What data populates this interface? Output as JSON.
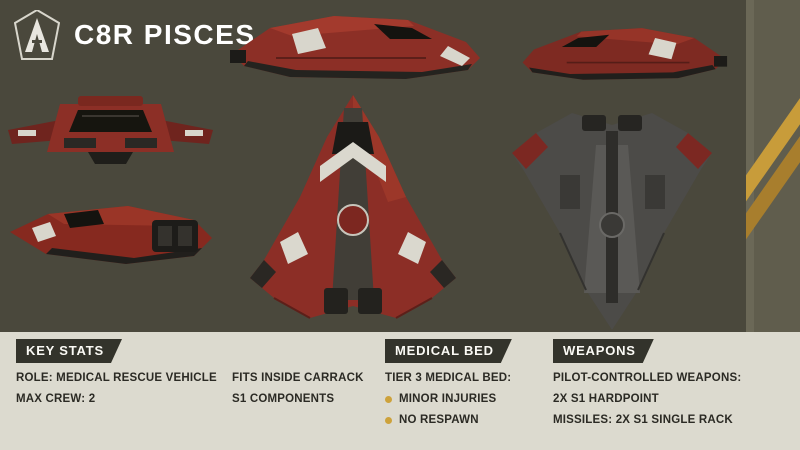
{
  "title": "C8R PISCES",
  "logo": {
    "icon": "anvil-aerospace-logo"
  },
  "colors": {
    "top_background": "#4a483c",
    "bottom_background": "#dcdacf",
    "badge_background": "#33332b",
    "accent_gold": "#c89c3a",
    "hull_red": "#8c2f26",
    "hull_dark_grey": "#4c4b48",
    "text_dark": "#2b2a24",
    "text_light": "#ffffff"
  },
  "ship_views": [
    "side-profile-view",
    "opposite-side-profile-view",
    "front-view",
    "rear-quarter-view",
    "top-view",
    "bottom-view"
  ],
  "sections": {
    "key_stats": {
      "header": "KEY STATS",
      "col1": [
        "ROLE: MEDICAL RESCUE VEHICLE",
        "MAX CREW: 2"
      ],
      "col2": [
        "FITS INSIDE CARRACK",
        "S1 COMPONENTS"
      ]
    },
    "medical_bed": {
      "header": "MEDICAL BED",
      "intro": "TIER 3 MEDICAL BED:",
      "bullets": [
        "MINOR INJURIES",
        "NO RESPAWN"
      ]
    },
    "weapons": {
      "header": "WEAPONS",
      "lines": [
        "PILOT-CONTROLLED WEAPONS:",
        "2X S1 HARDPOINT",
        "MISSILES: 2X S1 SINGLE RACK"
      ]
    }
  }
}
